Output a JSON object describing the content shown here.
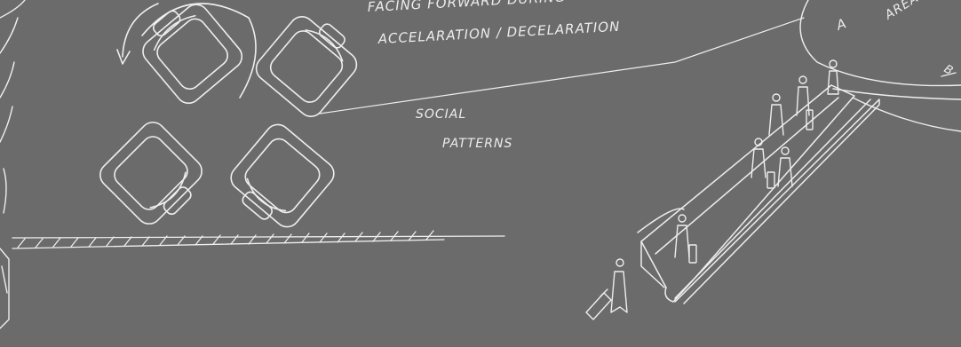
{
  "annotations": {
    "line1": "FACING FORWARD DURING",
    "line2": "ACCELARATION / DECELARATION",
    "social_line1": "SOCIAL",
    "social_line2": "PATTERNS",
    "area_label": "AREA",
    "area_letter": "A",
    "area_b_partial": "B"
  },
  "colors": {
    "board": "#6b6b6b",
    "chalk": "#eeeeee"
  }
}
